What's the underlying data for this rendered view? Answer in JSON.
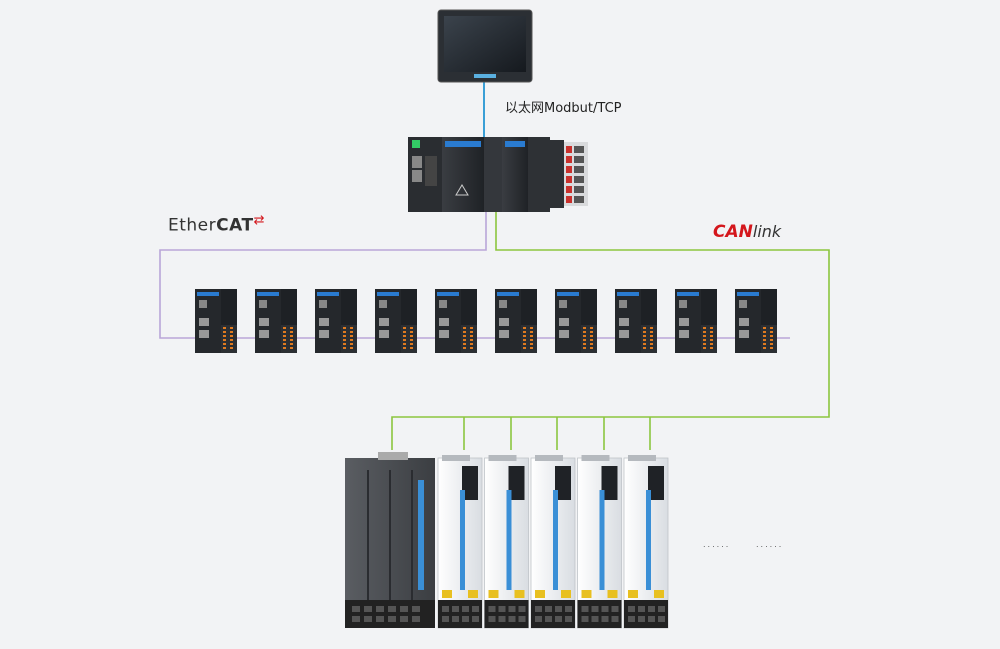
{
  "labels": {
    "ethernet": "以太网Modbut/TCP",
    "ethercat_prefix": "Ether",
    "ethercat_suffix": "CAT",
    "canlink_prefix": "CAN",
    "canlink_suffix": "link",
    "more_a": "......",
    "more_b": "......"
  },
  "colors": {
    "ethernet_line": "#3a9fd6",
    "ethercat_line": "#b9a6d8",
    "canlink_line": "#8cc63f",
    "canlink_brand": "#d4161c"
  },
  "io_module_count": 10,
  "servo_drive_count": 5
}
